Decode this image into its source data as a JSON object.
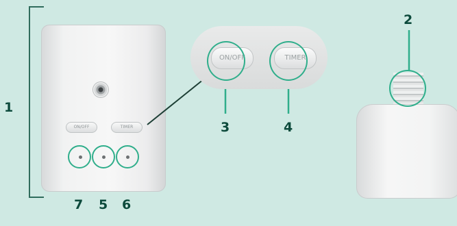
{
  "callouts": {
    "n1": "1",
    "n2": "2",
    "n3": "3",
    "n4": "4",
    "n5": "5",
    "n6": "6",
    "n7": "7"
  },
  "buttons": {
    "onoff": "ON/OFF",
    "timer": "TIMER"
  },
  "colors": {
    "background": "#cfe9e3",
    "highlight_ring": "#2fae8b",
    "callout_number": "#0d4a3c",
    "bracket": "#2f6c5c"
  }
}
